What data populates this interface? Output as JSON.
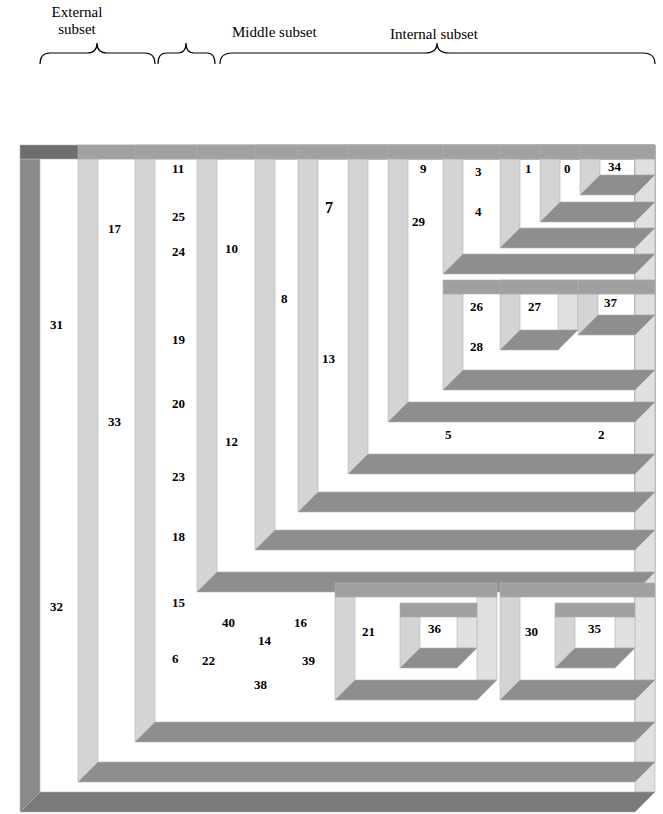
{
  "diagram": {
    "nodes": [
      {
        "text": [
          "31",
          "32"
        ]
      },
      {
        "text": [
          "17",
          "33"
        ],
        "in": 0
      },
      {
        "text": [
          "11",
          "25",
          "24",
          "19",
          "20",
          "23",
          "18",
          "15",
          "40",
          "16",
          "14",
          "6",
          "22",
          "39",
          "38"
        ],
        "in": 1
      },
      {
        "text": [
          "10",
          "12"
        ],
        "in": 2
      },
      {
        "text": [
          "8"
        ],
        "in": 3
      },
      {
        "text": [
          "7",
          "13"
        ],
        "in": 4
      },
      {
        "text": [
          "5",
          "2"
        ],
        "in": 5
      },
      {
        "text": [
          "9",
          "29"
        ],
        "in": 6
      },
      {
        "text": [
          "3",
          "4"
        ],
        "in": 7
      },
      {
        "text": [
          "1"
        ],
        "in": 8
      },
      {
        "text": [
          "0"
        ],
        "in": 9
      },
      {
        "text": [
          "34"
        ],
        "in": 10
      },
      {
        "text": [
          "26",
          "28"
        ],
        "in": 7
      },
      {
        "text": [
          "27"
        ],
        "in": 12
      },
      {
        "text": [
          "37"
        ],
        "in": 12
      },
      {
        "text": [
          "21"
        ],
        "in": 2
      },
      {
        "text": [
          "36"
        ],
        "in": 15
      },
      {
        "text": [
          "30"
        ],
        "in": 2
      },
      {
        "text": [
          "35"
        ],
        "in": 17
      }
    ],
    "labels": [
      "External subset",
      "Middle subset",
      "Internal subset"
    ]
  }
}
